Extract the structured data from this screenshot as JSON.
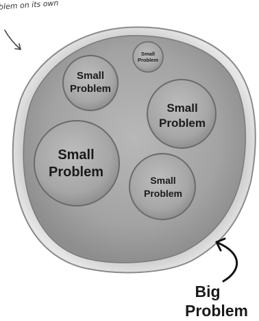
{
  "caption_fragment": "blem on its own",
  "small_problems": [
    {
      "line1": "Small",
      "line2": "Problem"
    },
    {
      "line1": "Small",
      "line2": "Problem"
    },
    {
      "line1": "Small",
      "line2": "Problem"
    },
    {
      "line1": "Small",
      "line2": "Problem"
    },
    {
      "line1": "Small",
      "line2": "Problem"
    }
  ],
  "big_problem": {
    "line1": "Big",
    "line2": "Problem"
  },
  "colors": {
    "outer_rim": "#b9b9b9",
    "big_fill": "#9a9a9a",
    "small_fill": "#a9a9a9",
    "ink": "#1a1a1a"
  }
}
